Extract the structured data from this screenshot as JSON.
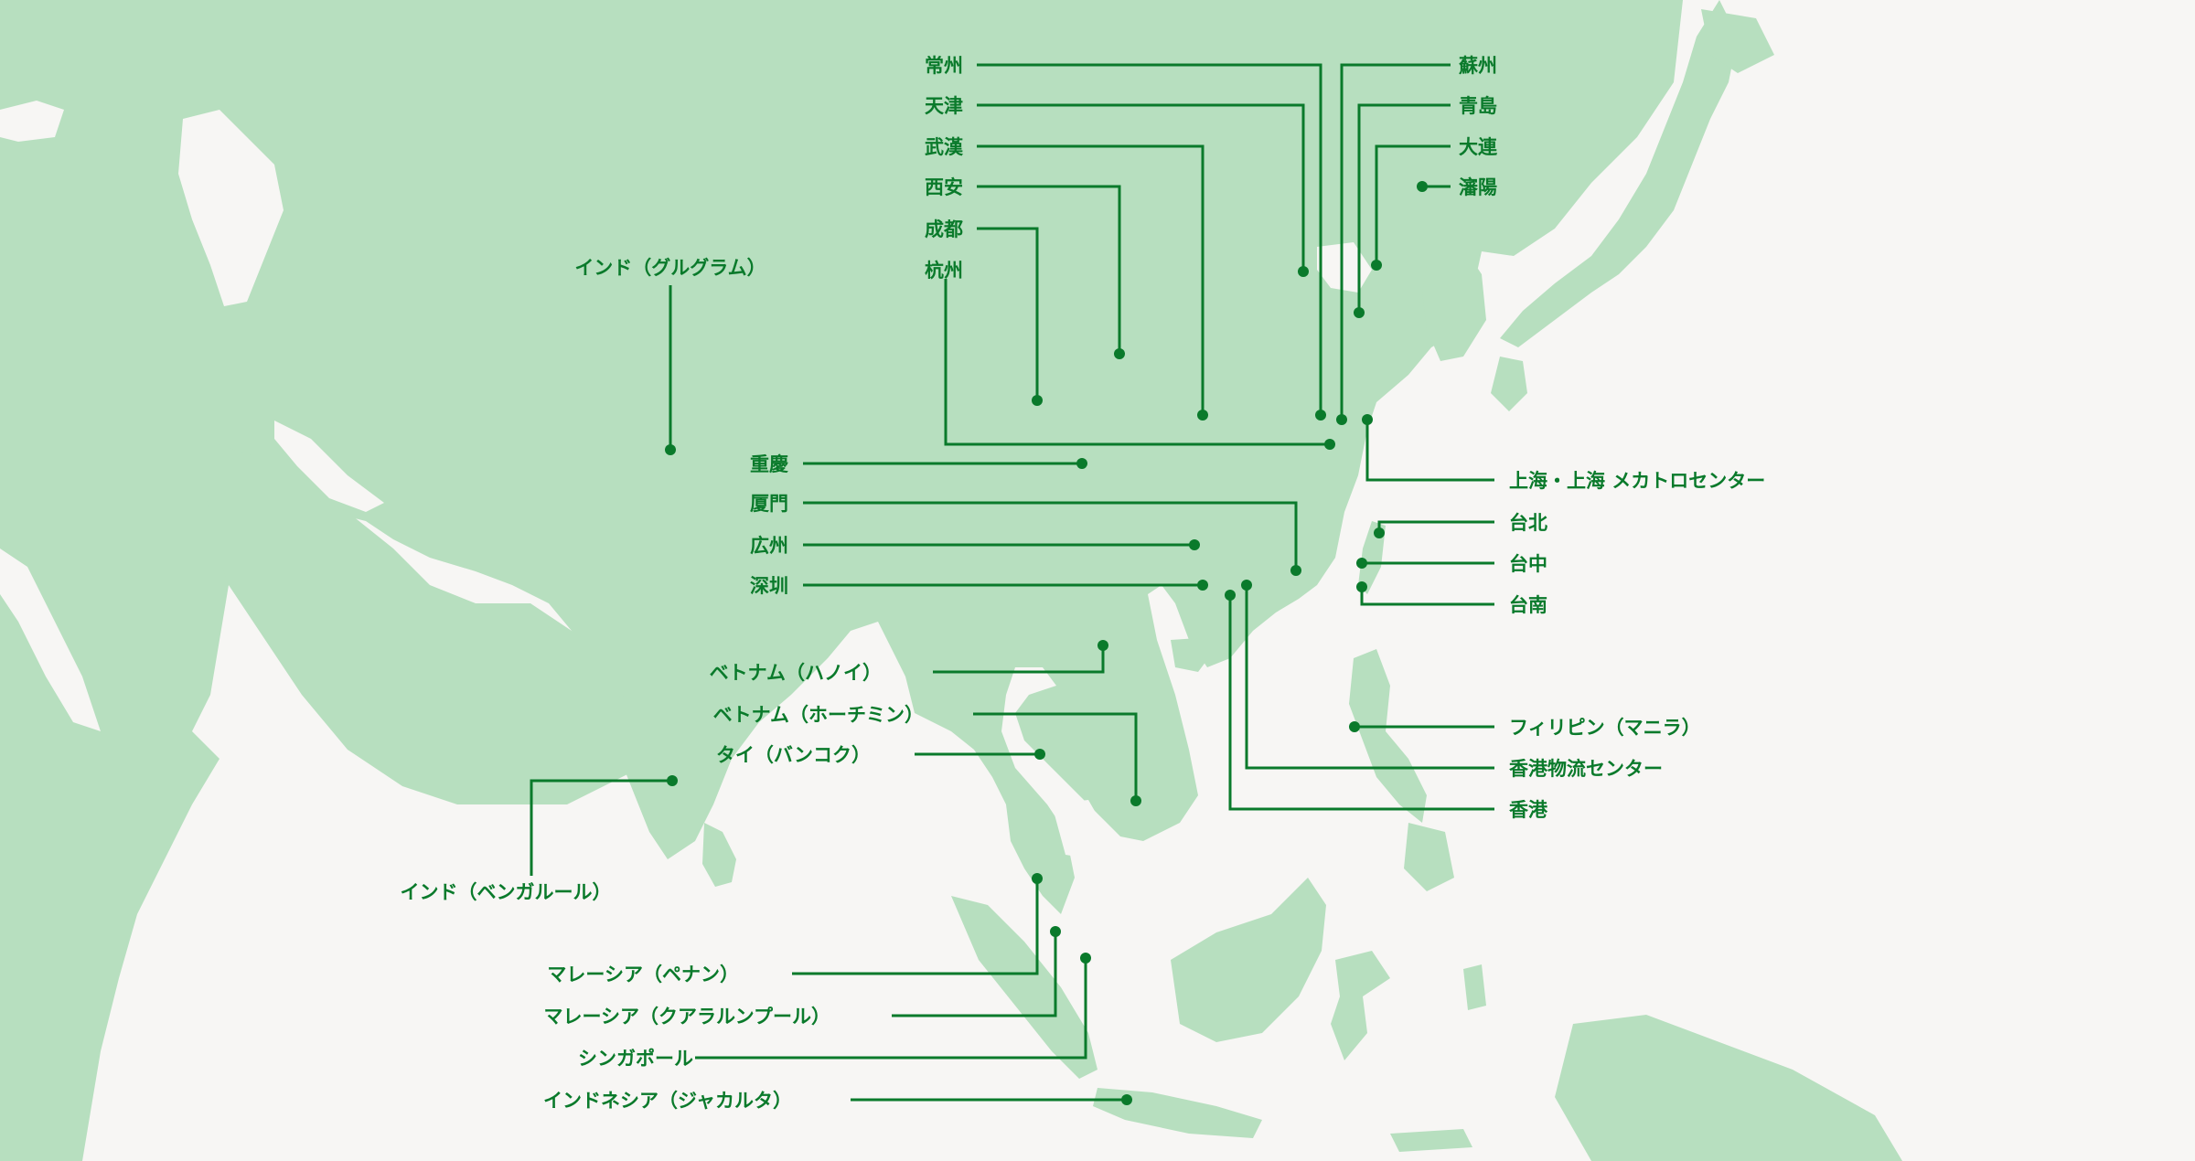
{
  "map": {
    "colors": {
      "land": "#b7dfbf",
      "sea": "#f7f6f4",
      "accent": "#0a7a2b"
    },
    "locations": [
      {
        "id": "changzhou",
        "label": "常州"
      },
      {
        "id": "tianjin",
        "label": "天津"
      },
      {
        "id": "wuhan",
        "label": "武漢"
      },
      {
        "id": "xian",
        "label": "西安"
      },
      {
        "id": "chengdu",
        "label": "成都"
      },
      {
        "id": "hangzhou",
        "label": "杭州"
      },
      {
        "id": "suzhou",
        "label": "蘇州"
      },
      {
        "id": "qingdao",
        "label": "青島"
      },
      {
        "id": "dalian",
        "label": "大連"
      },
      {
        "id": "shenyang",
        "label": "瀋陽"
      },
      {
        "id": "india-gurugram",
        "label": "インド（グルグラム）"
      },
      {
        "id": "chongqing",
        "label": "重慶"
      },
      {
        "id": "xiamen",
        "label": "厦門"
      },
      {
        "id": "guangzhou",
        "label": "広州"
      },
      {
        "id": "shenzhen",
        "label": "深圳"
      },
      {
        "id": "shanghai",
        "label": "上海・上海 メカトロセンター"
      },
      {
        "id": "taipei",
        "label": "台北"
      },
      {
        "id": "taichung",
        "label": "台中"
      },
      {
        "id": "tainan",
        "label": "台南"
      },
      {
        "id": "vietnam-hanoi",
        "label": "ベトナム（ハノイ）"
      },
      {
        "id": "vietnam-hcm",
        "label": "ベトナム（ホーチミン）"
      },
      {
        "id": "thailand-bangkok",
        "label": "タイ（バンコク）"
      },
      {
        "id": "philippines-manila",
        "label": "フィリピン（マニラ）"
      },
      {
        "id": "hk-logistics",
        "label": "香港物流センター"
      },
      {
        "id": "hongkong",
        "label": "香港"
      },
      {
        "id": "india-bengaluru",
        "label": "インド（ベンガルール）"
      },
      {
        "id": "malaysia-penang",
        "label": "マレーシア（ペナン）"
      },
      {
        "id": "malaysia-kl",
        "label": "マレーシア（クアラルンプール）"
      },
      {
        "id": "singapore",
        "label": "シンガポール"
      },
      {
        "id": "indonesia-jakarta",
        "label": "インドネシア（ジャカルタ）"
      }
    ]
  }
}
